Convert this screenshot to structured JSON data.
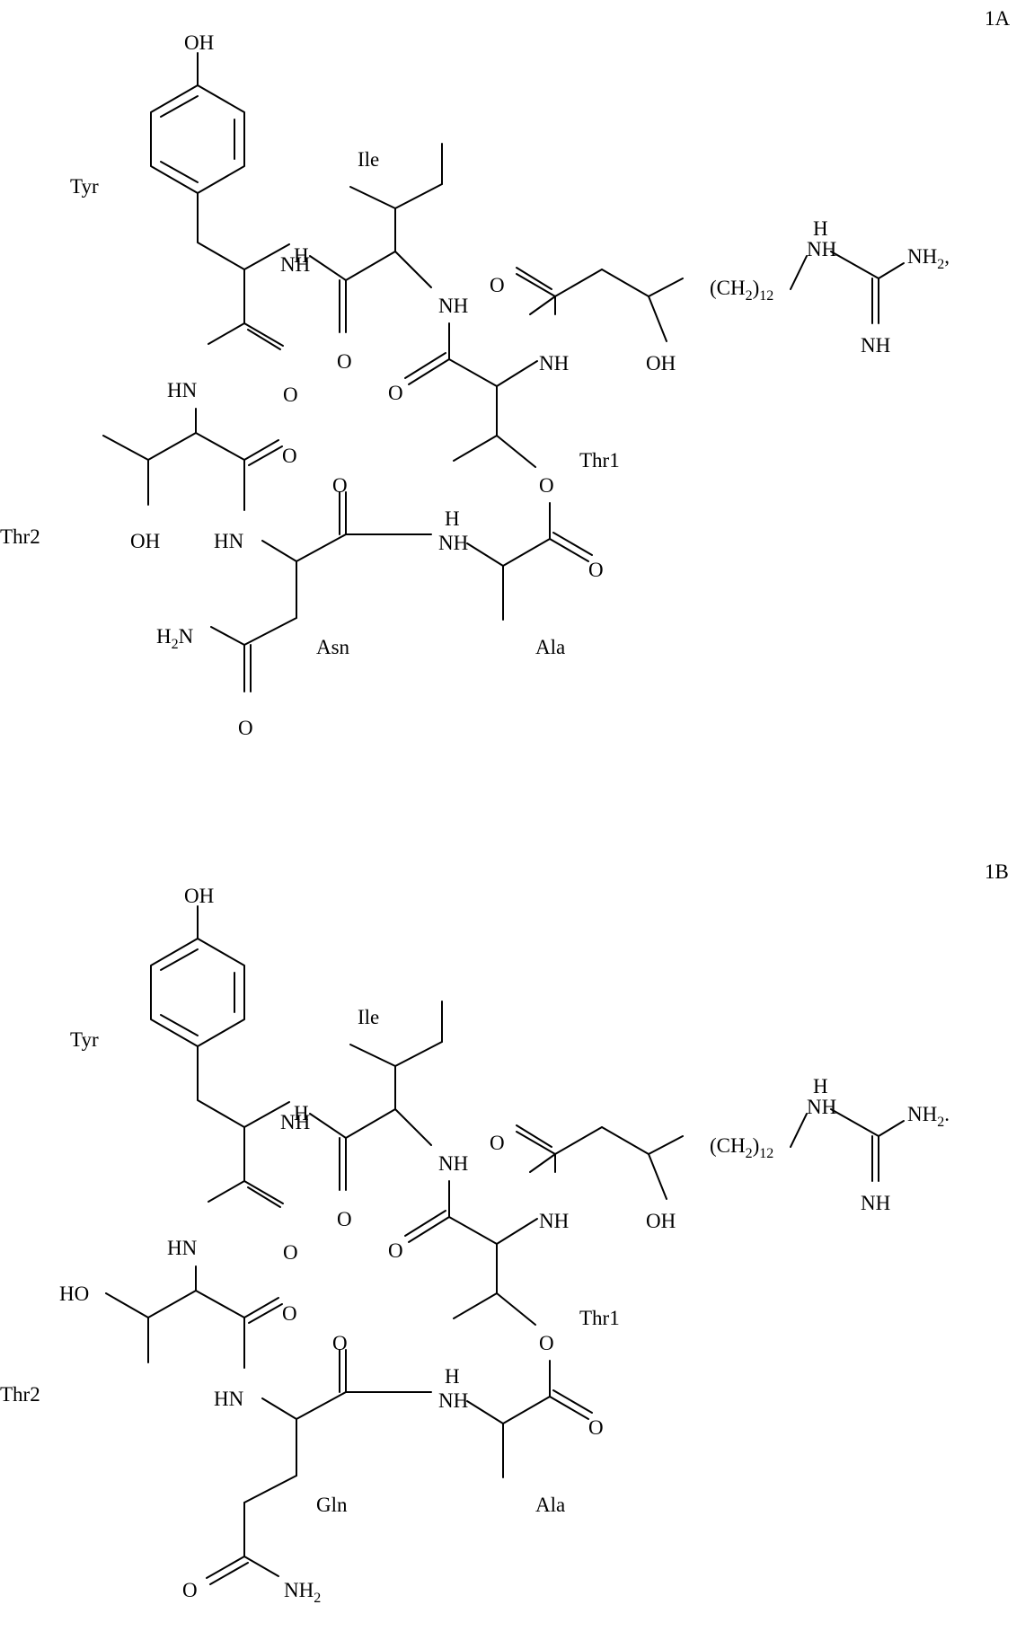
{
  "figures": [
    {
      "id": "1A",
      "label": "1A",
      "residues": {
        "tyr": "Tyr",
        "ile": "Ile",
        "thr1": "Thr1",
        "thr2": "Thr2",
        "asn": "Asn",
        "ala": "Ala"
      },
      "atoms": {
        "oh_phenol": "OH",
        "nh_tyr": "NH",
        "nh_ile": "NH",
        "hn_left": "HN",
        "hn_asn": "HN",
        "nh_ala": "NH",
        "nh_chain": "NH",
        "o_tyr": "O",
        "o_ile": "O",
        "o_ilec": "O",
        "o_thr2": "O",
        "o_asn": "O",
        "o_ester": "O",
        "o_ala": "O",
        "o_chain": "O",
        "oh_thr2": "OH",
        "oh_chain": "OH",
        "nh_guan": "NH",
        "nh_imine": "NH",
        "o_side": "O",
        "h2n_side": "H2N",
        "ch2": "(CH2)12",
        "nh2_guan": "NH2,"
      }
    },
    {
      "id": "1B",
      "label": "1B",
      "residues": {
        "tyr": "Tyr",
        "ile": "Ile",
        "thr1": "Thr1",
        "thr2": "Thr2",
        "gln": "Gln",
        "ala": "Ala"
      },
      "atoms": {
        "oh_phenol": "OH",
        "nh_tyr": "NH",
        "nh_ile": "NH",
        "hn_left": "HN",
        "hn_gln": "HN",
        "nh_ala": "NH",
        "nh_chain": "NH",
        "o_tyr": "O",
        "o_ile": "O",
        "o_ilec": "O",
        "o_thr2": "O",
        "o_gln": "O",
        "o_ester": "O",
        "o_ala": "O",
        "o_chain": "O",
        "ho_thr2": "HO",
        "oh_chain": "OH",
        "nh_guan": "NH",
        "nh_imine": "NH",
        "o_side": "O",
        "nh2_side": "NH2",
        "ch2": "(CH2)12",
        "nh2_guan": "NH2."
      }
    }
  ]
}
